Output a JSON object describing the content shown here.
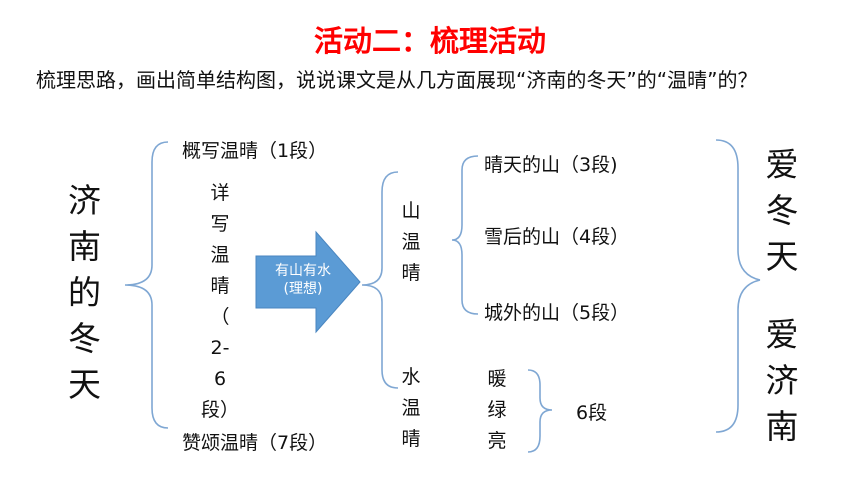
{
  "title": "活动二：梳理活动",
  "prompt": "梳理思路，画出简单结构图，说说课文是从几方面展现“济南的冬天”的“温晴”的？",
  "diagram": {
    "root": "济南的冬天",
    "overview": "概写温晴（1段）",
    "detail_chars": [
      "详",
      "写",
      "温",
      "晴",
      "（",
      "2-",
      "6",
      "段）"
    ],
    "summary": "赞颂温晴（7段）",
    "arrow_line1": "有山有水",
    "arrow_line2": "(理想)",
    "mountain_chars": [
      "山",
      "温",
      "晴"
    ],
    "mountain_items": [
      "晴天的山（3段)",
      "雪后的山（4段）",
      "城外的山（5段）"
    ],
    "water_chars": [
      "水",
      "温",
      "晴"
    ],
    "water_items": [
      "暖",
      "绿",
      "亮"
    ],
    "water_ref": "6段",
    "emotion1": [
      "爱",
      "冬",
      "天"
    ],
    "emotion2": [
      "爱",
      "济",
      "南"
    ]
  },
  "colors": {
    "title": "#ff0000",
    "bracket": "#7fa7d3",
    "arrow": "#5b9bd5"
  }
}
